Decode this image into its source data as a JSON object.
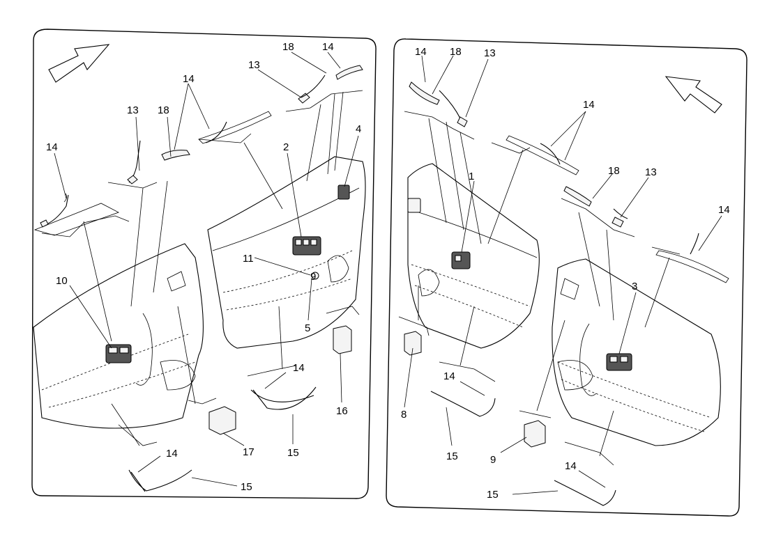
{
  "left_panel": {
    "callouts": [
      "14",
      "13",
      "18",
      "14",
      "13",
      "18",
      "14",
      "2",
      "4",
      "10",
      "11",
      "9",
      "5",
      "14",
      "15",
      "16",
      "17",
      "14",
      "15"
    ]
  },
  "right_panel": {
    "callouts": [
      "14",
      "18",
      "13",
      "14",
      "1",
      "18",
      "13",
      "14",
      "3",
      "8",
      "14",
      "15",
      "9",
      "14",
      "15"
    ]
  }
}
